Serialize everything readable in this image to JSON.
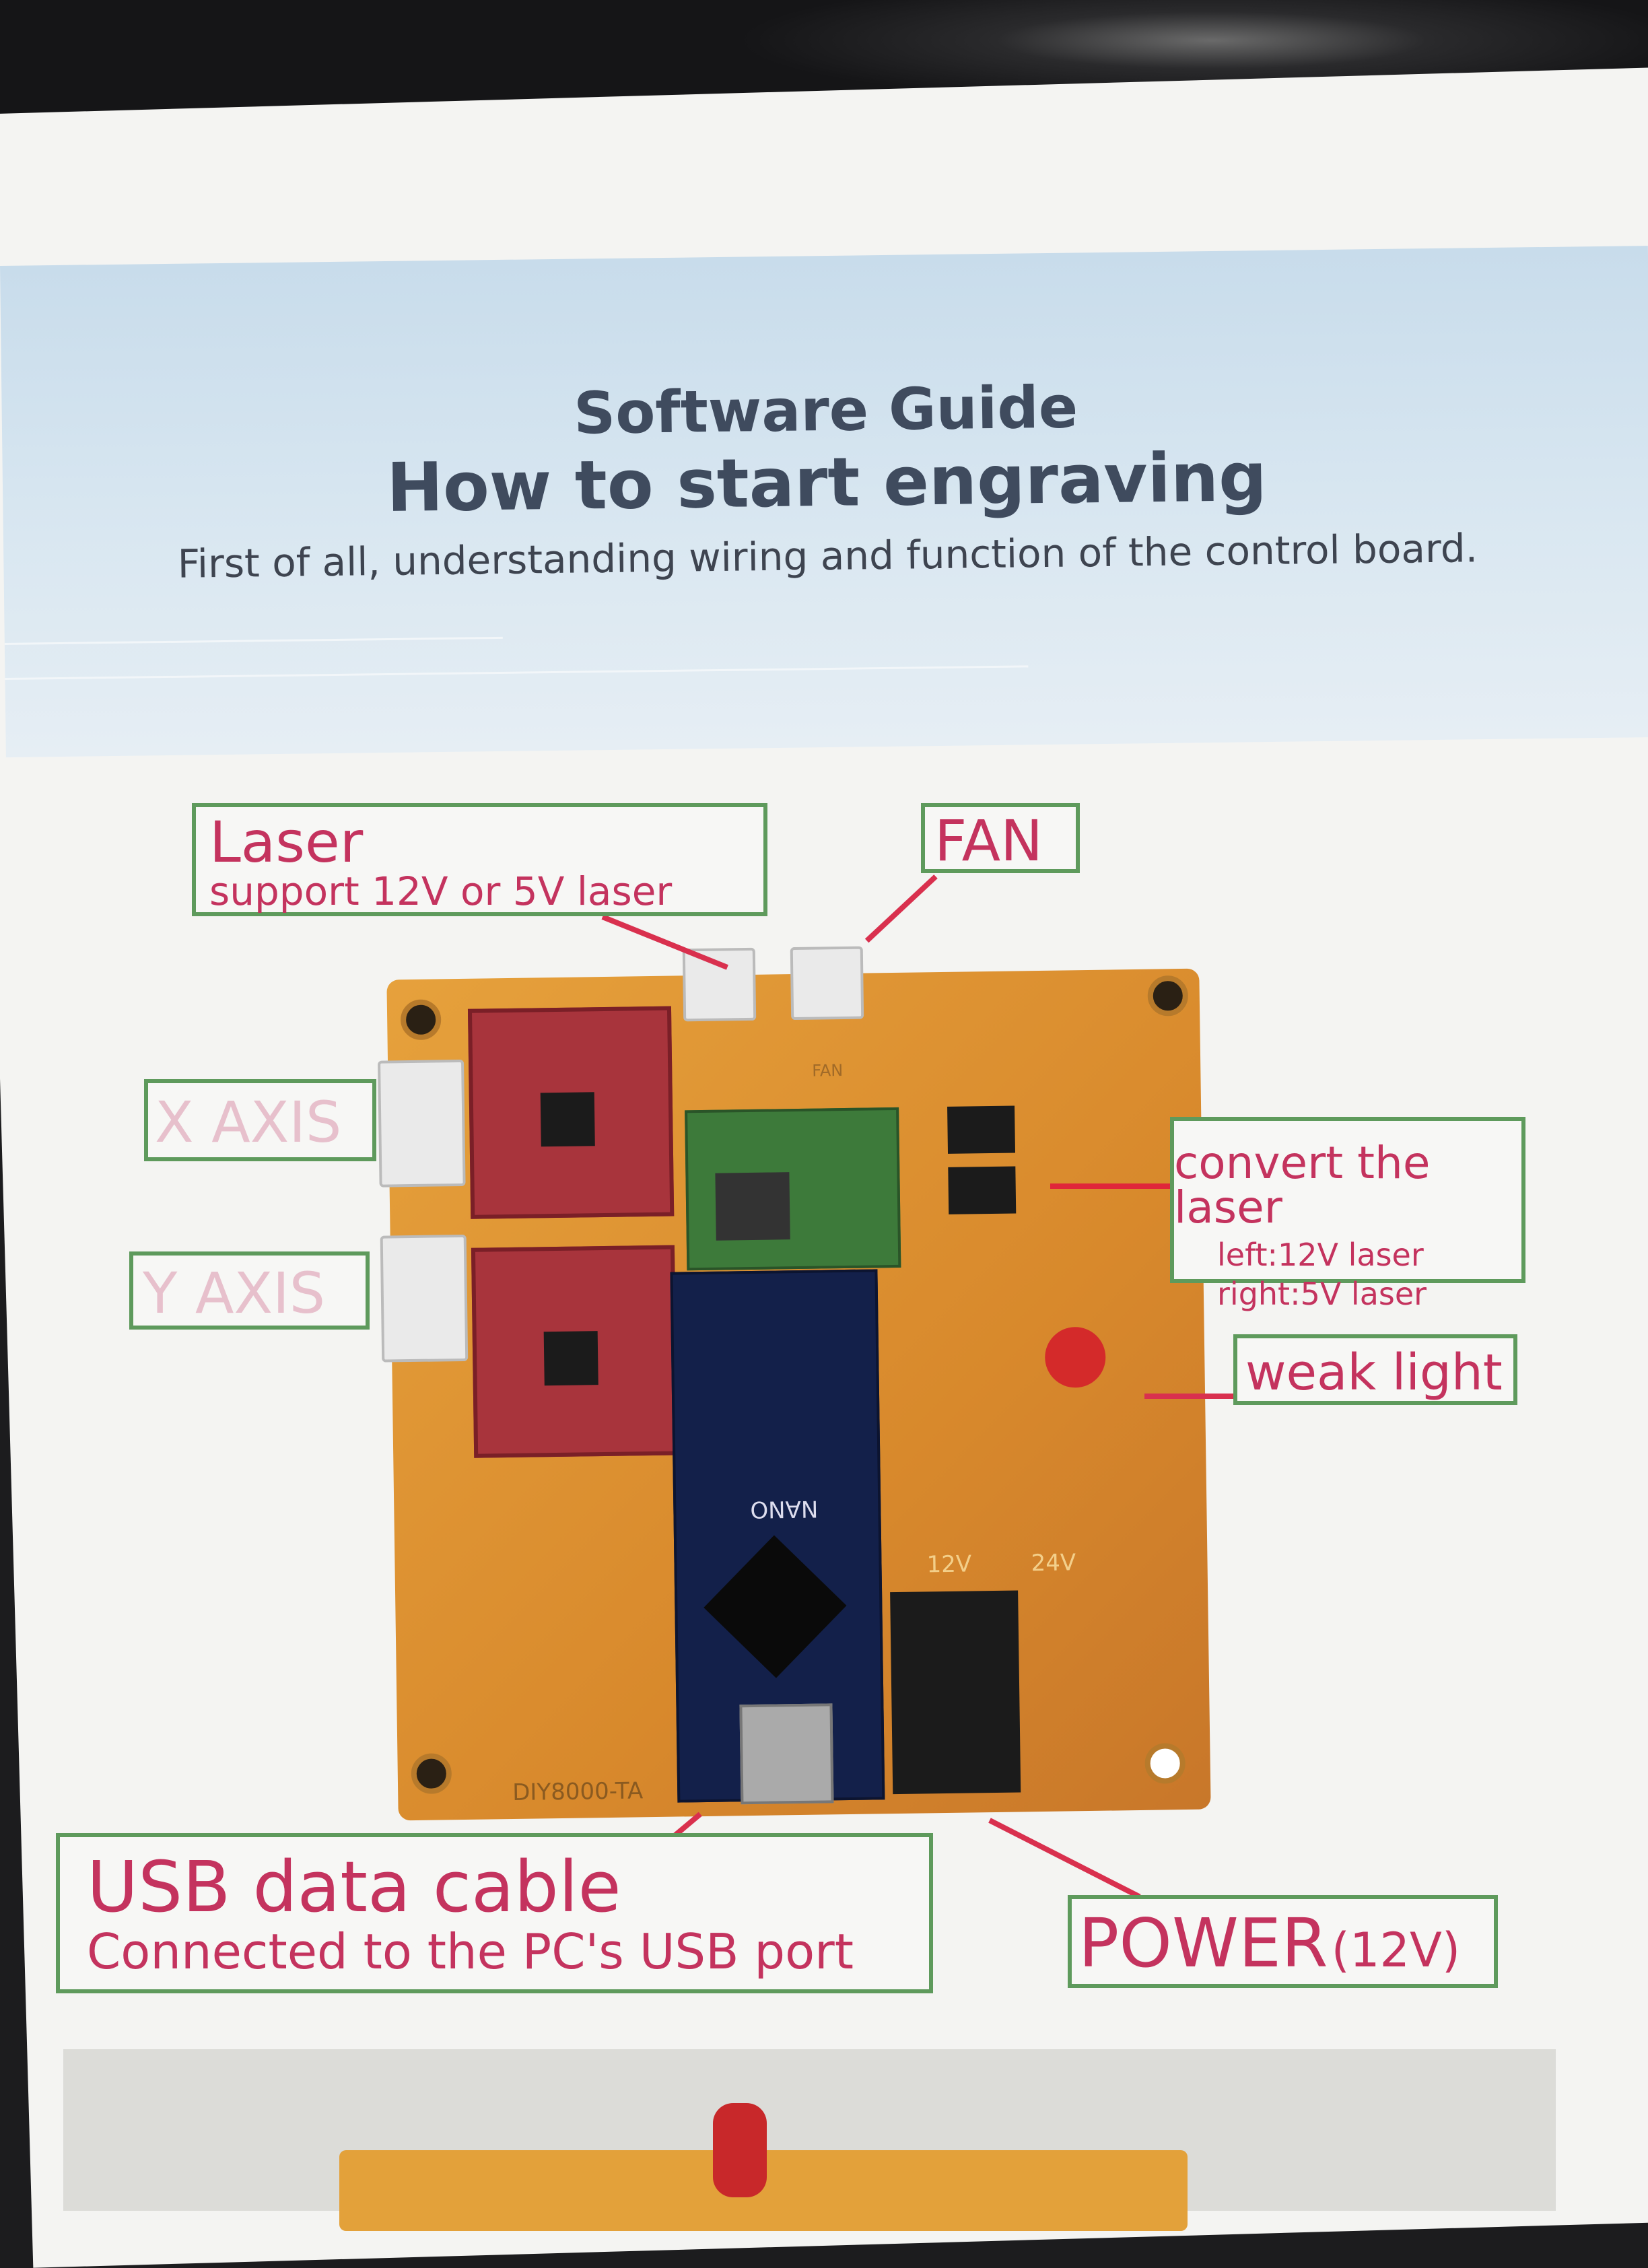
{
  "header": {
    "title_line1": "Software Guide",
    "title_line2": "How to start engraving",
    "subtitle": "First of all, understanding wiring and function of the control board."
  },
  "callouts": {
    "laser": {
      "title": "Laser",
      "detail": "support 12V or 5V laser"
    },
    "fan": {
      "title": "FAN"
    },
    "x_axis": {
      "title": "X AXIS"
    },
    "y_axis": {
      "title": "Y AXIS"
    },
    "convert": {
      "title": "convert the laser",
      "left": "left:12V laser",
      "right": "right:5V laser"
    },
    "weak_light": {
      "title": "weak light"
    },
    "usb": {
      "title": "USB data cable",
      "detail": "Connected to the PC's USB port"
    },
    "power": {
      "title": "POWER",
      "detail": "(12V)"
    }
  },
  "board": {
    "nano_label": "NANO",
    "v12": "12V",
    "v24": "24V",
    "silk_model": "DIY8000-TA",
    "fan_silk": "FAN"
  },
  "colors": {
    "label_text": "#c4335e",
    "label_border": "#5e9a5c",
    "title": "#3f4b5e"
  }
}
